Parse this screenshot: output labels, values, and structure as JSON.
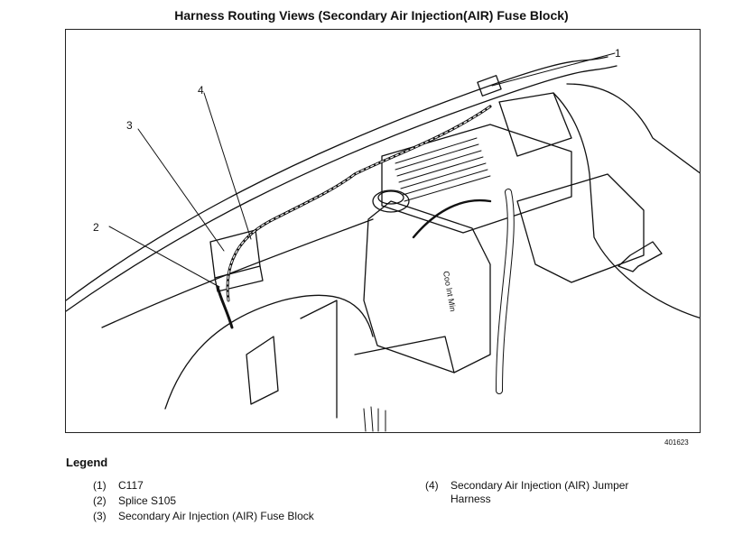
{
  "title": "Harness Routing Views (Secondary Air Injection(AIR) Fuse Block)",
  "figure_id": "401623",
  "callouts": [
    "1",
    "2",
    "3",
    "4"
  ],
  "legend": {
    "heading": "Legend",
    "items": [
      {
        "num": "(1)",
        "text": "C117"
      },
      {
        "num": "(2)",
        "text": "Splice S105"
      },
      {
        "num": "(3)",
        "text": "Secondary Air Injection (AIR) Fuse Block"
      },
      {
        "num": "(4)",
        "text": "Secondary Air Injection (AIR) Jumper Harness"
      }
    ]
  },
  "reservoir_label": "Coo lnt Min"
}
